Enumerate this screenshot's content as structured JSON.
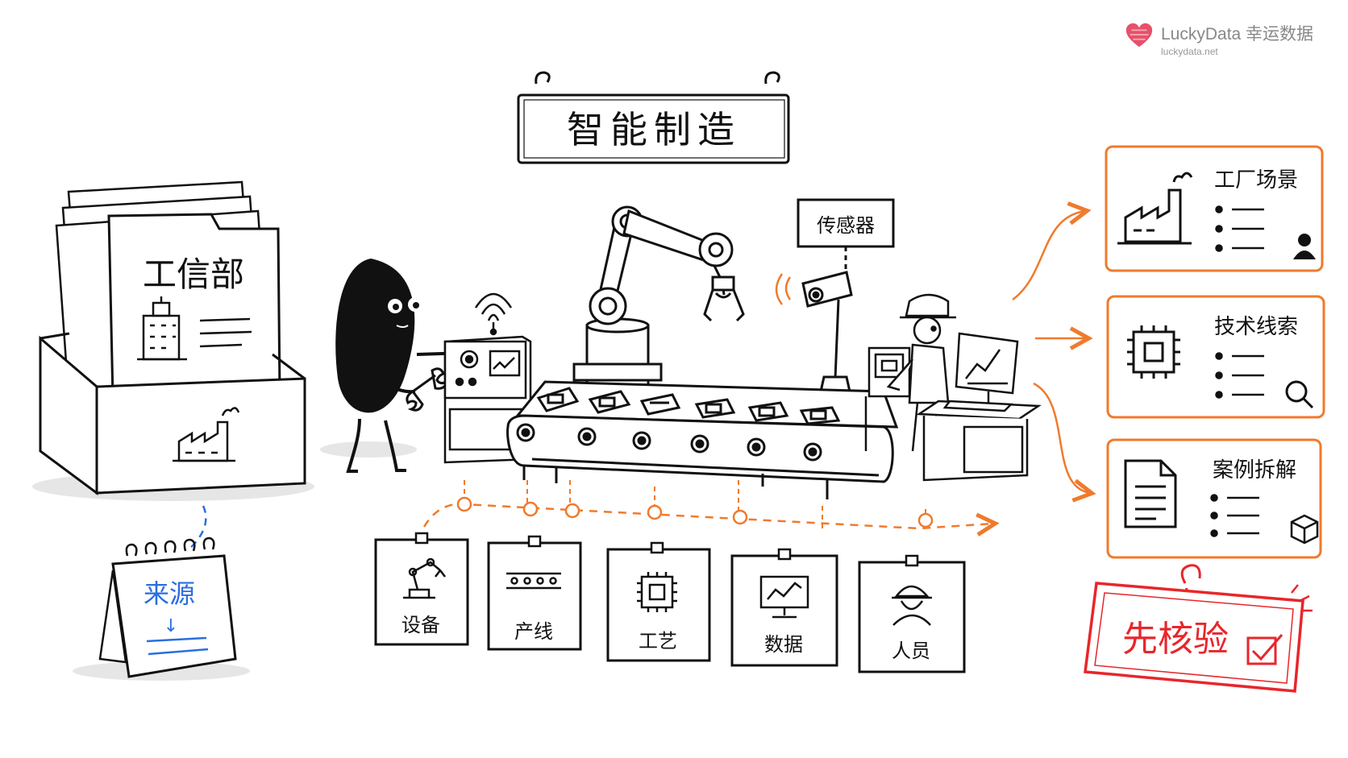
{
  "brand": {
    "name": "LuckyData 幸运数据",
    "url": "luckydata.net",
    "color": "#e8506a"
  },
  "title": "智能制造",
  "folder": {
    "label": "工信部"
  },
  "calendar": {
    "label": "来源",
    "arrow": "↓"
  },
  "sensor": {
    "label": "传感器"
  },
  "cards": [
    {
      "label": "设备",
      "icon": "robot-arm-icon"
    },
    {
      "label": "产线",
      "icon": "conveyor-icon"
    },
    {
      "label": "工艺",
      "icon": "chip-icon"
    },
    {
      "label": "数据",
      "icon": "monitor-chart-icon"
    },
    {
      "label": "人员",
      "icon": "worker-icon"
    }
  ],
  "panels": [
    {
      "label": "工厂场景",
      "icon": "factory-icon",
      "corner_icon": "person-icon"
    },
    {
      "label": "技术线索",
      "icon": "chip-icon",
      "corner_icon": "magnifier-icon"
    },
    {
      "label": "案例拆解",
      "icon": "document-icon",
      "corner_icon": "cube-icon"
    }
  ],
  "stamp": {
    "label": "先核验",
    "icon": "checkbox-icon"
  },
  "colors": {
    "accent_orange": "#f07a2c",
    "stamp_red": "#e8262b",
    "calendar_blue": "#2a6ee0",
    "ink": "#111111"
  }
}
